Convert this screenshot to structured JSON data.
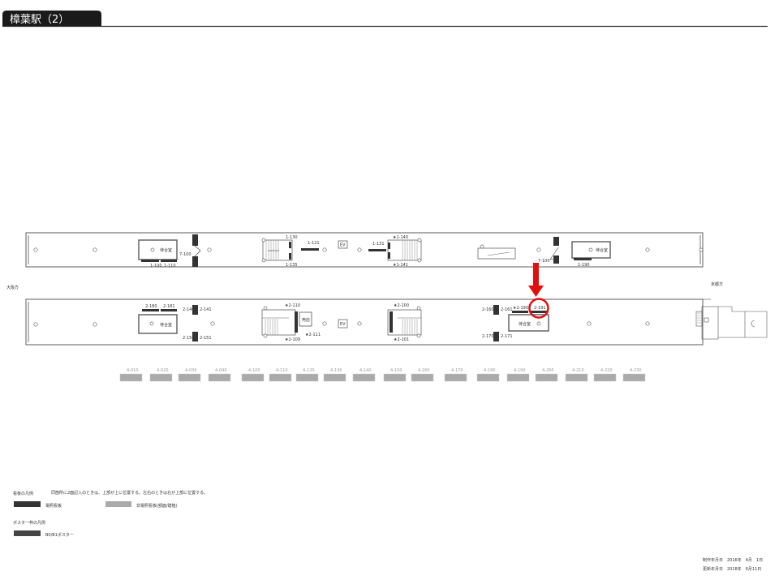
{
  "header": {
    "title": "樟葉駅（2）"
  },
  "directions": {
    "left": "大阪方",
    "right": "京都方"
  },
  "waiting_room": "待合室",
  "shop": "売店",
  "ev": "EV",
  "top_platform": {
    "signs": [
      "1-100",
      "1-110",
      "7-100",
      "1-130",
      "1-135",
      "1-121",
      "1-131",
      "★1-140",
      "★1-141",
      "7-100",
      "1-190"
    ]
  },
  "bottom_platform": {
    "signs": [
      "2-180",
      "2-181",
      "2-140",
      "2-141",
      "2-150",
      "2-151",
      "★2-110",
      "★2-109",
      "★2-111",
      "★2-100",
      "★2-101",
      "2-160",
      "2-161",
      "2-170",
      "2-171",
      "★2-190",
      "2-191"
    ],
    "highlighted": "2-191"
  },
  "posters": [
    "4-010",
    "4-020",
    "4-030",
    "4-040",
    "4-100",
    "4-110",
    "4-120",
    "4-130",
    "4-140",
    "4-150",
    "4-160",
    "4-170",
    "4-180",
    "4-190",
    "4-200",
    "4-210",
    "4-220",
    "4-230"
  ],
  "legend": {
    "signboard_title": "看板の凡例",
    "note": "同箇所に2面記入のときは、上部が上に位置する。左右のときは右が上部に位置する。",
    "lit": "電照看板",
    "unlit": "非電照看板(額面/建植)",
    "poster_title": "ポスター枠の凡例",
    "poster": "B0/B1ポスター"
  },
  "footer": {
    "created": "制作年月日　2016年　4月　1日",
    "updated": "更新年月日　2018年　6月11日"
  },
  "colors": {
    "highlight": "#e01010",
    "lit_sign": "#333333",
    "unlit_sign": "#aaaaaa"
  }
}
